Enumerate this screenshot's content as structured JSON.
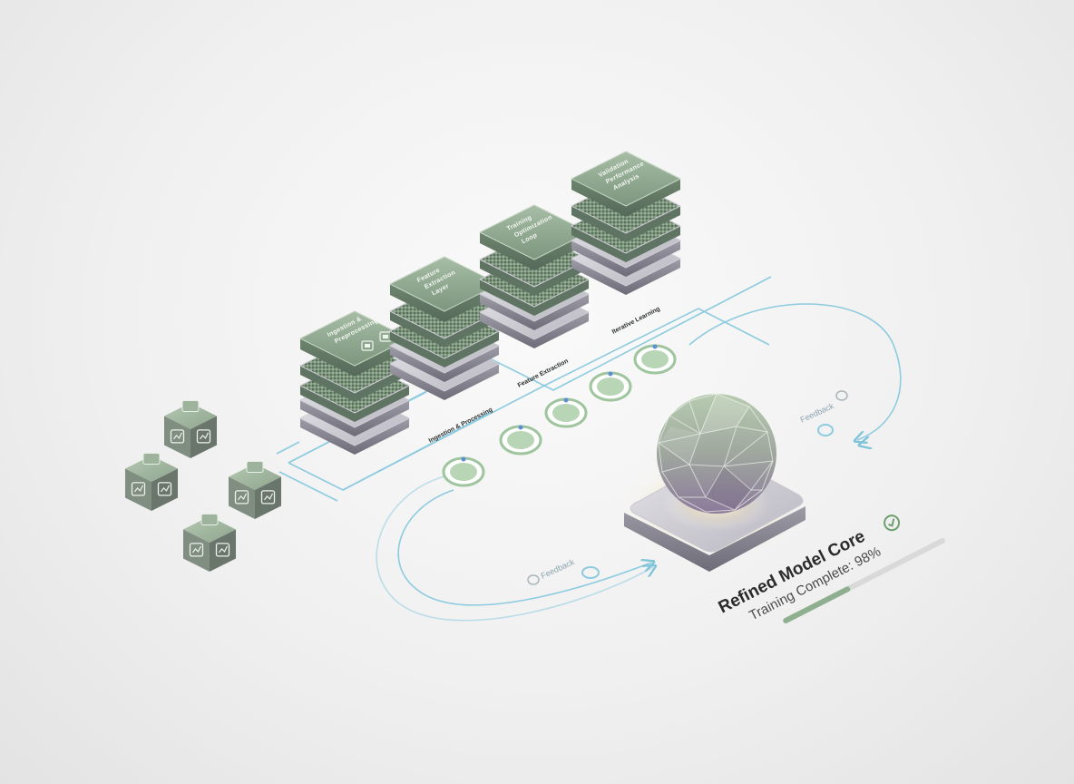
{
  "colors": {
    "background": "#efefef",
    "connector": "#7fc3d8",
    "tile_green": "#8fa88f",
    "tile_green_dark": "#6e876f",
    "base_silver": "#b9b8c0",
    "node_green": "#b8d6b6",
    "node_blue_dot": "#5b8fd0",
    "progress_track": "#d9d9d9",
    "progress_fill": "#8fb08f",
    "check": "#6f9e6f",
    "crystal_top": "#a9c4a3",
    "crystal_bottom": "#8a7a9a"
  },
  "stages": [
    {
      "tile_lines": [
        "Ingestion &",
        "Preprocessing"
      ],
      "label": "Ingestion & Processing",
      "icons": [
        "monitor-icon",
        "document-icon"
      ]
    },
    {
      "tile_lines": [
        "Feature",
        "Extraction",
        "Layer"
      ],
      "label": "Feature Extraction",
      "icons": []
    },
    {
      "tile_lines": [
        "Training",
        "Optimization",
        "Loop"
      ],
      "label": "Iterative Learning",
      "icons": []
    },
    {
      "tile_lines": [
        "Validation",
        "Performance",
        "Analysis"
      ],
      "label": "",
      "icons": []
    }
  ],
  "feedback": {
    "upper_label": "Feedback",
    "lower_label": "Feedback"
  },
  "data_sources": [
    {
      "name": "source-cube-chart",
      "icons": [
        "bar-chart-icon",
        "pie-chart-icon"
      ]
    },
    {
      "name": "source-cube-people",
      "icons": [
        "people-icon",
        "document-icon"
      ]
    },
    {
      "name": "source-cube-tools",
      "icons": [
        "gear-icon",
        "bottles-icon"
      ]
    },
    {
      "name": "source-cube-media",
      "icons": [
        "image-icon",
        "network-icon"
      ]
    }
  ],
  "core": {
    "title": "Refined Model Core",
    "status_text": "Training Complete: 98%",
    "progress": 0.98
  }
}
